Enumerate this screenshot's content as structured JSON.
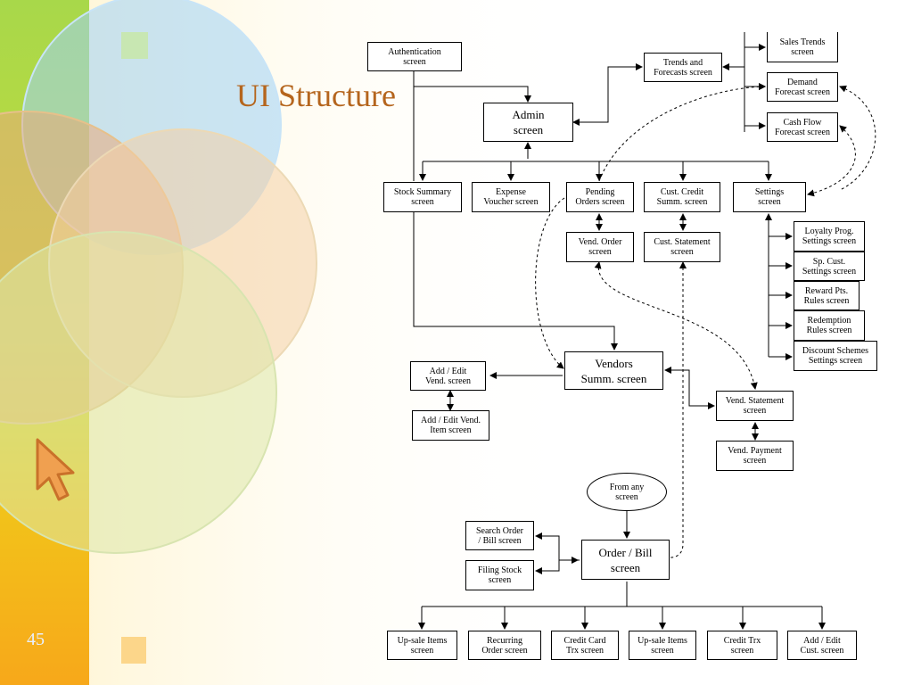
{
  "slide": {
    "title": "UI Structure",
    "number": "45",
    "accent_color": "#b5651d"
  },
  "boxes": {
    "authentication": "Authentication\nscreen",
    "admin": "Admin\nscreen",
    "trends": "Trends and\nForecasts screen",
    "sales_trends": "Sales Trends\nscreen",
    "demand_forecast": "Demand\nForecast screen",
    "cashflow_forecast": "Cash Flow\nForecast screen",
    "stock_summary": "Stock Summary\nscreen",
    "expense_voucher": "Expense\nVoucher screen",
    "pending_orders": "Pending\nOrders screen",
    "cust_credit": "Cust. Credit\nSumm. screen",
    "settings": "Settings\nscreen",
    "vend_order": "Vend. Order\nscreen",
    "cust_statement": "Cust. Statement\nscreen",
    "loyalty_prog": "Loyalty Prog.\nSettings screen",
    "sp_cust": "Sp. Cust.\nSettings screen",
    "reward_pts": "Reward Pts.\nRules screen",
    "redemption": "Redemption\nRules screen",
    "discount_schemes": "Discount Schemes\nSettings screen",
    "add_edit_vend": "Add / Edit\nVend. screen",
    "add_edit_vend_item": "Add / Edit Vend.\nItem screen",
    "vendors_summ": "Vendors\nSumm. screen",
    "vend_statement": "Vend. Statement\nscreen",
    "vend_payment": "Vend. Payment\nscreen",
    "from_any": "From any\nscreen",
    "search_order": "Search Order\n/ Bill screen",
    "filing_stock": "Filing Stock\nscreen",
    "order_bill": "Order / Bill\nscreen",
    "upsale_1": "Up-sale Items\nscreen",
    "recurring_order": "Recurring\nOrder screen",
    "credit_card_trx": "Credit Card\nTrx screen",
    "upsale_2": "Up-sale Items\nscreen",
    "credit_trx": "Credit Trx\nscreen",
    "add_edit_cust": "Add / Edit\nCust. screen"
  }
}
